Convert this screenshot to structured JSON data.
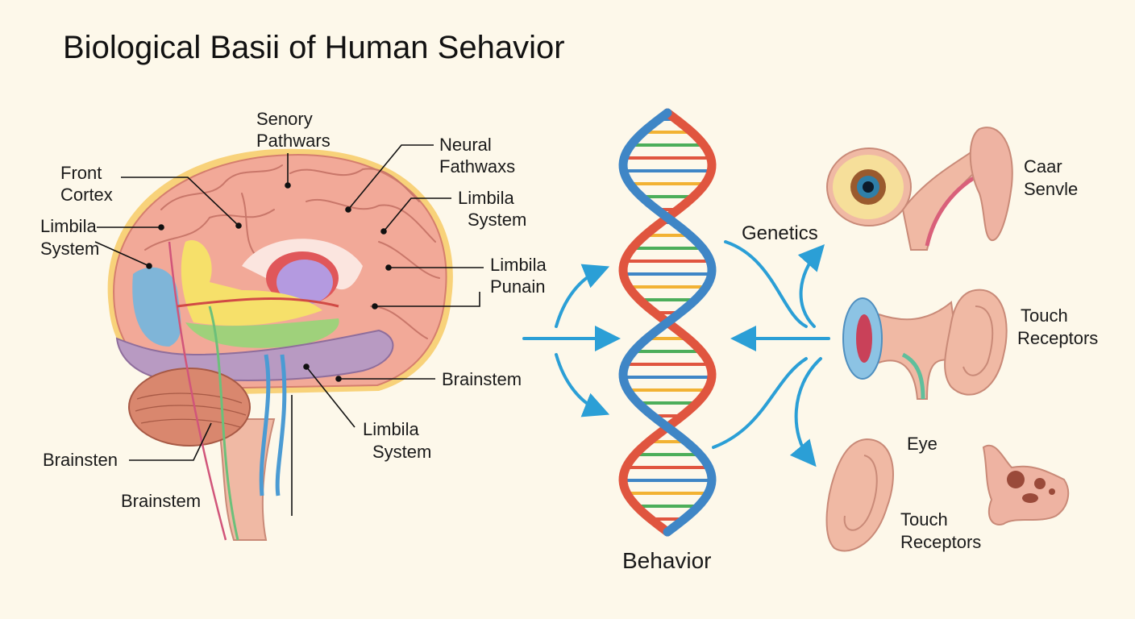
{
  "title": "Biological Basii of Human Sehavior",
  "brain_labels": {
    "senory_pathwars": [
      "Senory",
      "Pathwars"
    ],
    "neural_fathwaxs": [
      "Neural",
      "Fathwaxs"
    ],
    "front_cortex": [
      "Front",
      "Cortex"
    ],
    "limbila_system_right": [
      "Limbila",
      "System"
    ],
    "limbila_system_left": [
      "Limbila",
      "System"
    ],
    "limbila_punain": [
      "Limbila",
      "Punain"
    ],
    "brainstem_right": "Brainstem",
    "limbila_system_bottom": [
      "Limbila",
      "System"
    ],
    "brainsten": "Brainsten",
    "brainstem_bottom": "Brainstem"
  },
  "center": {
    "genetics": "Genetics",
    "behavior": "Behavior"
  },
  "sense_labels": {
    "caar_senvle": [
      "Caar",
      "Senvle"
    ],
    "touch_receptors_mid": [
      "Touch",
      "Receptors"
    ],
    "eye": "Eye",
    "touch_receptors_bottom": [
      "Touch",
      "Receptors"
    ]
  },
  "colors": {
    "background": "#fdf8ea",
    "arrow": "#2b9fd6",
    "dna_red": "#e0553f",
    "dna_blue": "#3f86c6",
    "brain": "#f2a998"
  }
}
